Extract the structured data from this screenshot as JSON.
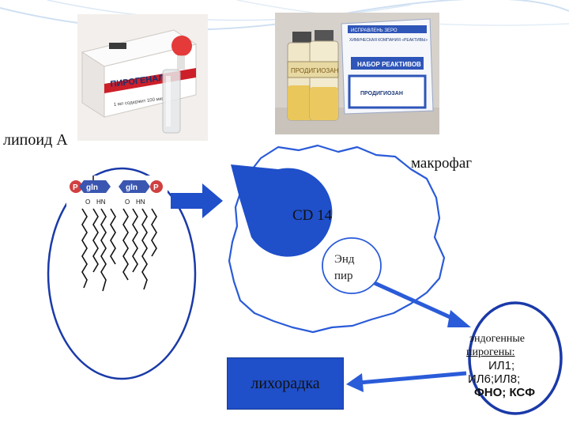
{
  "labels": {
    "lipoid": "липоид А",
    "macrophage": "макрофаг",
    "cd14": "CD 14",
    "endogenous_short_line1": "Энд",
    "endogenous_short_line2": "пир",
    "fever": "лихорадка"
  },
  "endogenous_box": {
    "line1": "эндогенные",
    "line2": "пирогены:",
    "line3": "ИЛ1;",
    "line4": "ИЛ6;ИЛ8;",
    "line5": "ФНО; КСФ"
  },
  "photo1": {
    "package_name": "ПИРОГЕНАЛ",
    "package_subtext": "1 мл содержит 100 мкг"
  },
  "photo2": {
    "vial_label": "ПРОДИГИОЗАН",
    "box_header": "ИСПРАВЛЕНЬ ЗЕРО",
    "box_subheader": "ХИМИЧЕСКАЯ КОМПАНИЯ «РЕАКТИВЫ»",
    "box_title": "НАБОР РЕАКТИВОВ",
    "box_product": "ПРОДИГИОЗАН"
  },
  "molecule": {
    "p_label": "P",
    "gln_label": "gln",
    "o_label": "O",
    "hn_label": "HN"
  },
  "colors": {
    "accent_blue": "#1f4fc9",
    "dark_blue": "#163b96",
    "arrow_blue": "#2a5bd8",
    "phosphate_red": "#d04040",
    "gln_blue": "#3a56b0"
  }
}
